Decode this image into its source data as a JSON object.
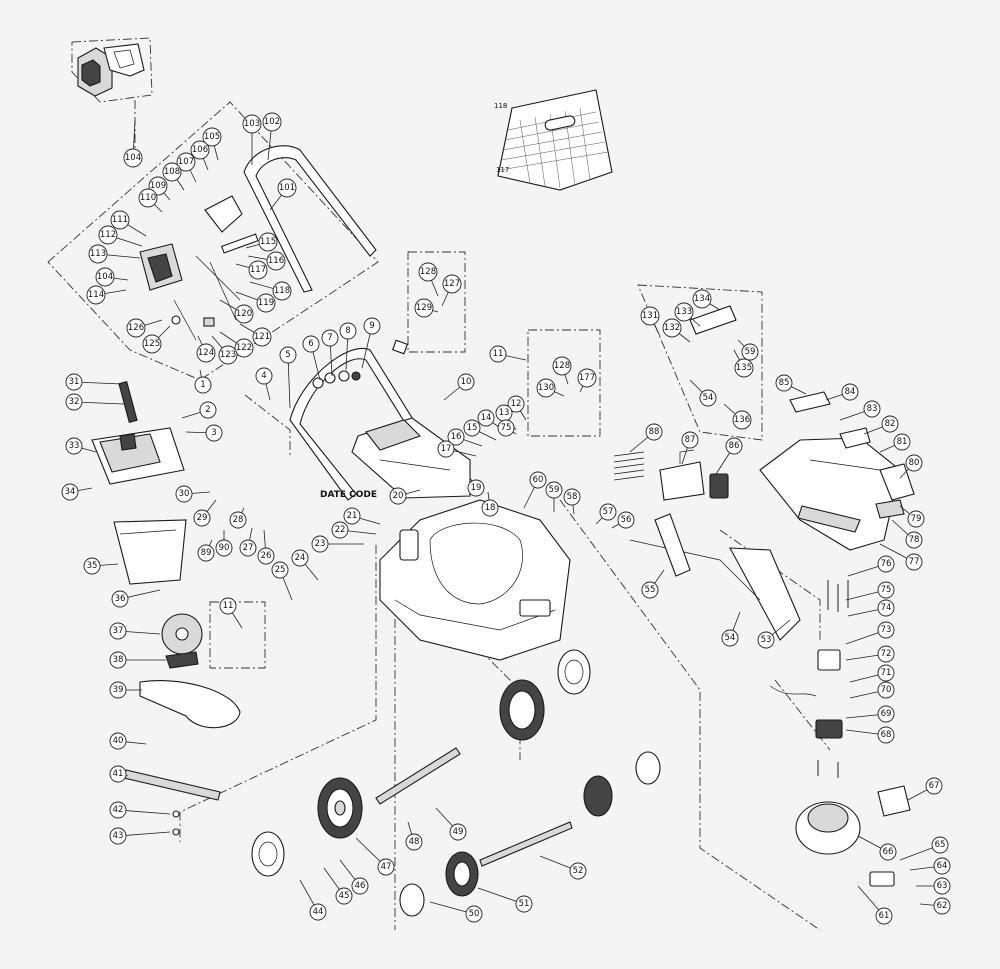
{
  "diagram": {
    "date_code_label": "DATE CODE",
    "callouts": [
      "104",
      "1",
      "101",
      "102",
      "103",
      "105",
      "106",
      "107",
      "108",
      "109",
      "110",
      "111",
      "112",
      "113",
      "114",
      "115",
      "116",
      "117",
      "118",
      "119",
      "120",
      "121",
      "122",
      "123",
      "124",
      "125",
      "126",
      "2",
      "3",
      "4",
      "5",
      "6",
      "7",
      "8",
      "9",
      "10",
      "11",
      "12",
      "13",
      "14",
      "15",
      "16",
      "17",
      "18",
      "19",
      "20",
      "21",
      "22",
      "23",
      "24",
      "25",
      "26",
      "27",
      "28",
      "29",
      "30",
      "31",
      "32",
      "33",
      "34",
      "35",
      "36",
      "37",
      "38",
      "39",
      "40",
      "41",
      "42",
      "43",
      "44",
      "45",
      "46",
      "47",
      "48",
      "49",
      "50",
      "51",
      "52",
      "53",
      "54",
      "55",
      "56",
      "57",
      "58",
      "59",
      "60",
      "61",
      "62",
      "63",
      "64",
      "65",
      "66",
      "67",
      "68",
      "69",
      "70",
      "71",
      "72",
      "73",
      "74",
      "75",
      "76",
      "77",
      "78",
      "79",
      "80",
      "81",
      "82",
      "83",
      "84",
      "85",
      "86",
      "87",
      "88",
      "89",
      "90",
      "127",
      "128",
      "129",
      "130",
      "131",
      "132",
      "133",
      "134",
      "135",
      "136",
      "177"
    ],
    "basket_labels": [
      "118",
      "117"
    ],
    "colors": {
      "line": "#1a1a1a",
      "background": "#f4f4f4",
      "shade": "#d9d9d9"
    }
  }
}
